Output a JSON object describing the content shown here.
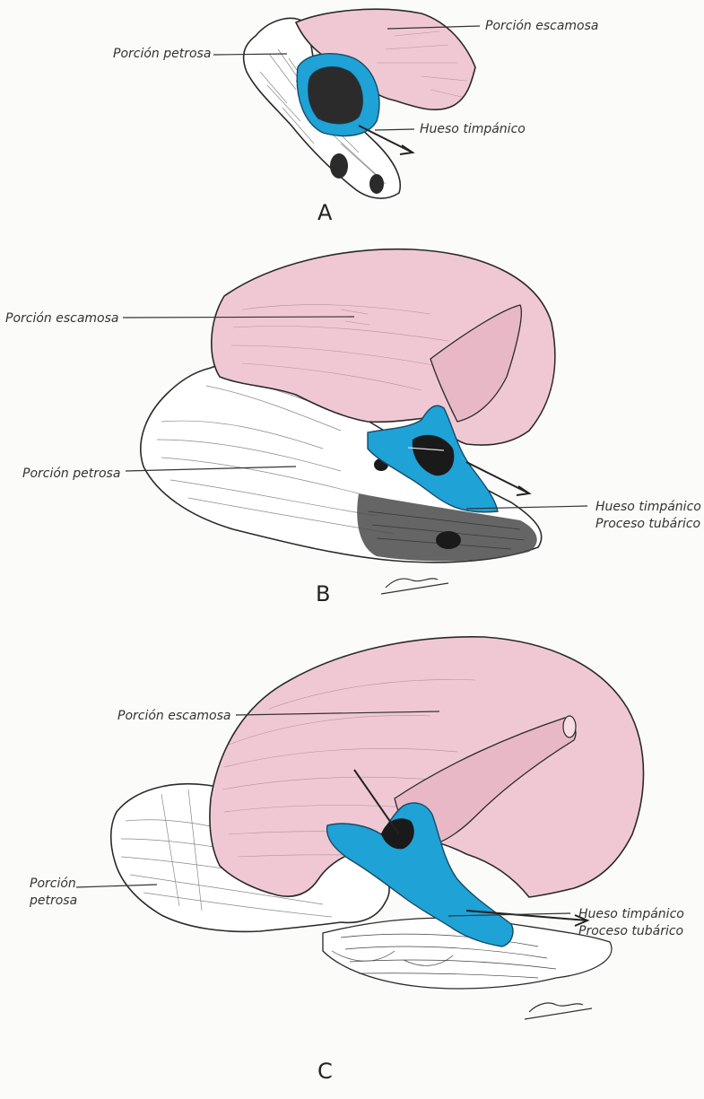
{
  "panels": [
    {
      "letter": "A",
      "labels": {
        "squamous": "Porción escamosa",
        "petrous": "Porción petrosa",
        "tympanic": "Hueso timpánico"
      }
    },
    {
      "letter": "B",
      "labels": {
        "squamous": "Porción escamosa",
        "petrous": "Porción petrosa",
        "tympanic": "Hueso timpánico",
        "tubal": "Proceso tubárico"
      }
    },
    {
      "letter": "C",
      "labels": {
        "squamous": "Porción escamosa",
        "petrous_1": "Porción",
        "petrous_2": "petrosa",
        "tympanic": "Hueso timpánico",
        "tubal": "Proceso tubárico"
      }
    }
  ],
  "colors": {
    "squamous_fill": "#f0c8d4",
    "tympanic_fill": "#1fa2d6",
    "petrous_fill": "#ffffff",
    "shadow_fill": "#2b2b2b"
  }
}
